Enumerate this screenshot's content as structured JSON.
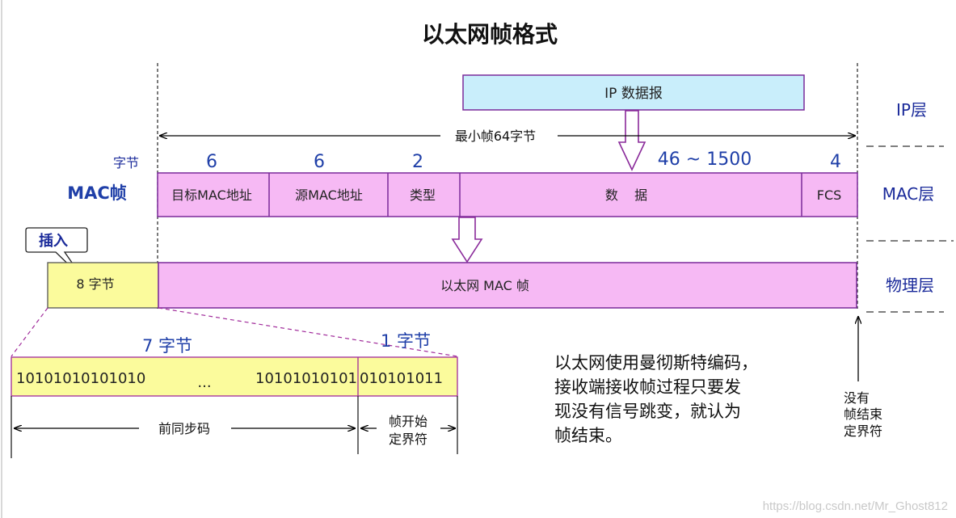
{
  "title": "以太网帧格式",
  "ip_datagram": "IP 数据报",
  "min_frame": "最小帧64字节",
  "bytes_row": {
    "label": "字节",
    "dst": "6",
    "src": "6",
    "type": "2",
    "data": "46 ~ 1500",
    "fcs": "4"
  },
  "mac_frame_label": "MAC帧",
  "mac_fields": {
    "dst": "目标MAC地址",
    "src": "源MAC地址",
    "type": "类型",
    "data": "数    据",
    "fcs": "FCS"
  },
  "layers": {
    "ip": "IP层",
    "mac": "MAC层",
    "phy": "物理层"
  },
  "insert_callout": "插入",
  "preamble_box": "8 字节",
  "phy_frame": "以太网 MAC 帧",
  "bits": {
    "seven_bytes": "7 字节",
    "one_byte": "1 字节",
    "left": "10101010101010",
    "dots": "...",
    "mid": "10101010101",
    "right": "010101011"
  },
  "preamble_label": "前同步码",
  "sfd_label_1": "帧开始",
  "sfd_label_2": "定界符",
  "manchester_note": [
    "以太网使用曼彻斯特编码，",
    "接收端接收帧过程只要发",
    "现没有信号跳变，就认为",
    "帧结束。"
  ],
  "no_end_label": [
    "没有",
    "帧结束",
    "定界符"
  ],
  "watermark": "https://blog.csdn.net/Mr_Ghost812",
  "colors": {
    "pink": "#f6b9f4",
    "light_blue": "#c9eefb",
    "yellow": "#fbfb9c",
    "border": "#6a2a8a",
    "blue_text": "#1f3fa8"
  }
}
